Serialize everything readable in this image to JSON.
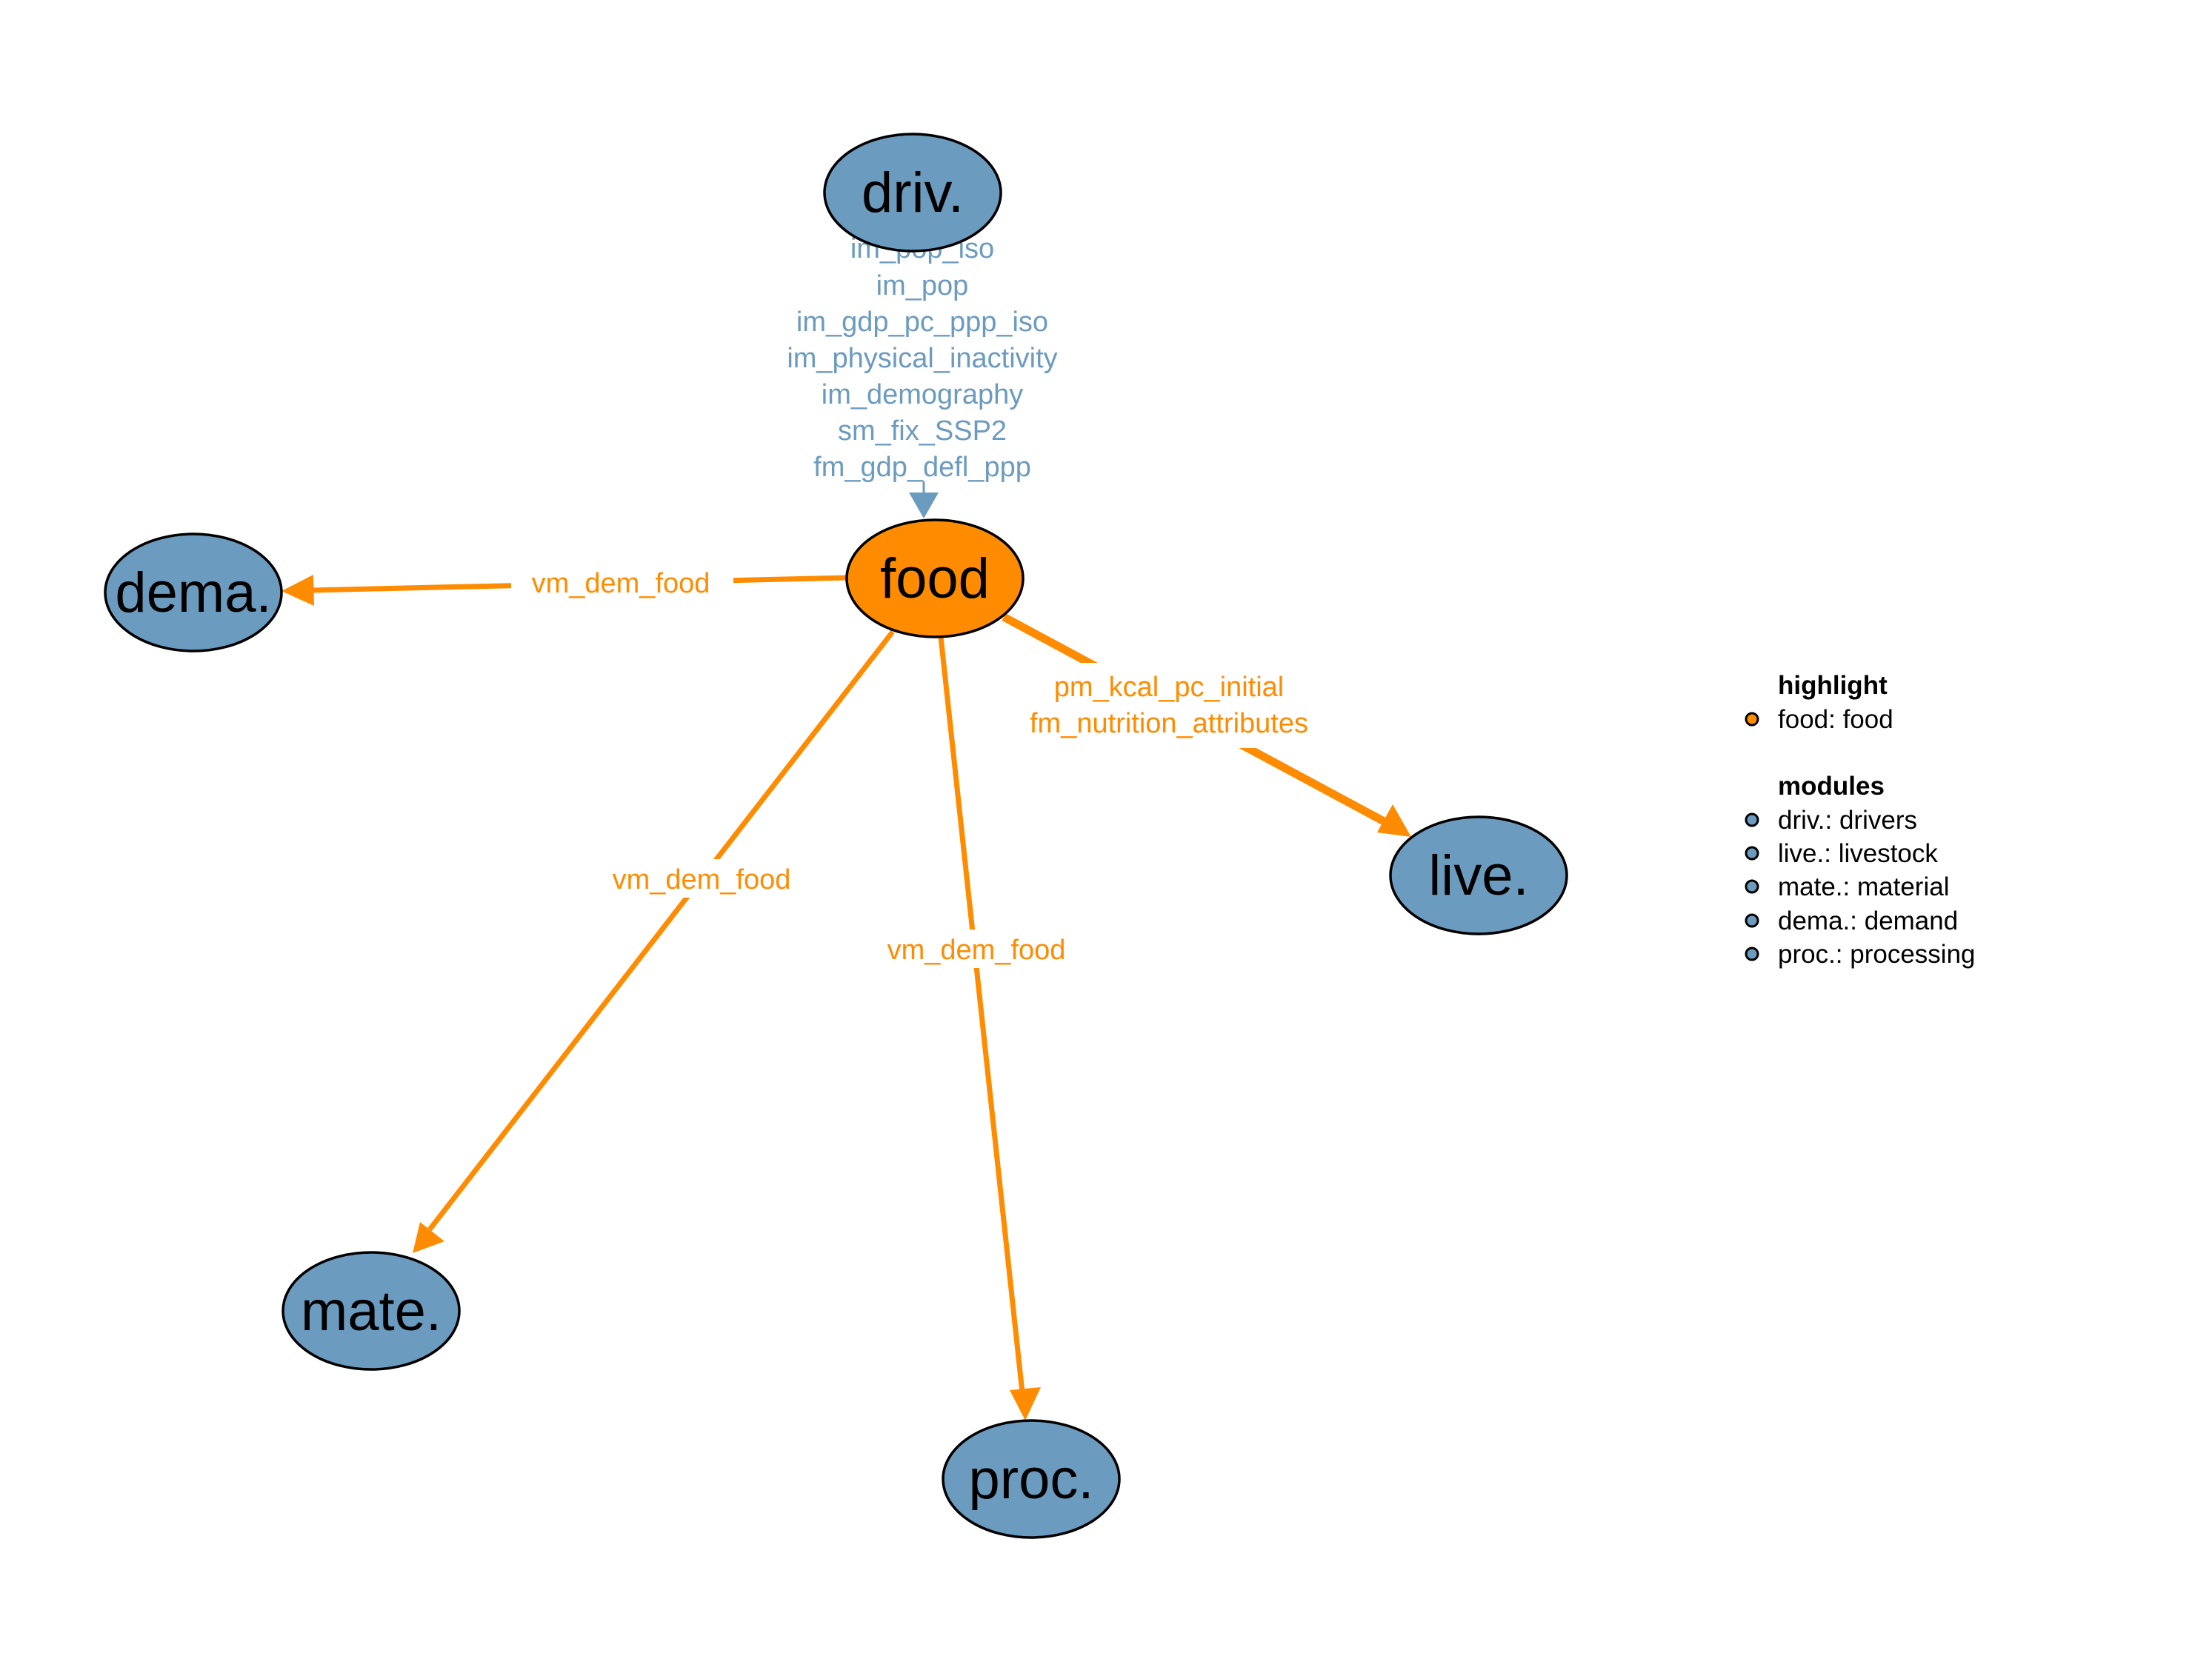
{
  "colors": {
    "highlight": "#FF8C00",
    "module": "#6B9BBF",
    "incoming_edge": "#6B9BBF",
    "outline": "#000000"
  },
  "nodes": {
    "drivers": {
      "label": "driv."
    },
    "food": {
      "label": "food"
    },
    "demand": {
      "label": "dema."
    },
    "livestock": {
      "label": "live."
    },
    "material": {
      "label": "mate."
    },
    "processing": {
      "label": "proc."
    }
  },
  "edges": {
    "drivers_to_food": {
      "labels": [
        "im_pop_iso",
        "im_pop",
        "im_gdp_pc_ppp_iso",
        "im_physical_inactivity",
        "im_demography",
        "sm_fix_SSP2",
        "fm_gdp_defl_ppp"
      ]
    },
    "food_to_demand": {
      "label": "vm_dem_food"
    },
    "food_to_livestock": {
      "labels": [
        "pm_kcal_pc_initial",
        "fm_nutrition_attributes"
      ]
    },
    "food_to_material": {
      "label": "vm_dem_food"
    },
    "food_to_processing": {
      "label": "vm_dem_food"
    }
  },
  "legend": {
    "highlight_heading": "highlight",
    "highlight_items": [
      {
        "text": "food: food"
      }
    ],
    "modules_heading": "modules",
    "module_items": [
      {
        "text": "driv.: drivers"
      },
      {
        "text": "live.: livestock"
      },
      {
        "text": "mate.: material"
      },
      {
        "text": "dema.: demand"
      },
      {
        "text": "proc.: processing"
      }
    ]
  }
}
